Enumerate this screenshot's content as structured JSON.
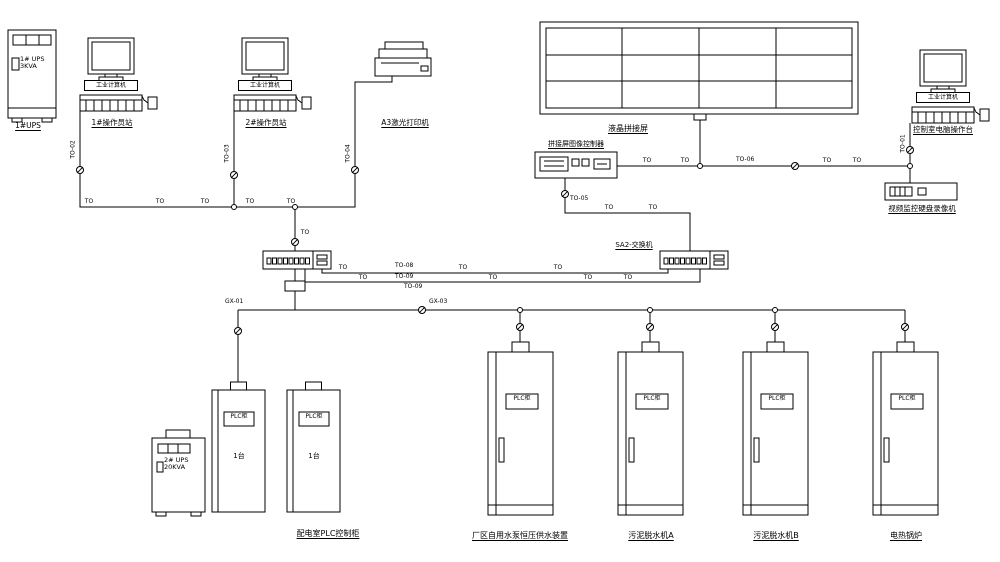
{
  "colors": {
    "line": "#000000",
    "background": "#ffffff"
  },
  "equipment": {
    "ups1": {
      "body": "1# UPS\n3KVA",
      "caption": "1#UPS"
    },
    "station1": {
      "plate": "工业计算机",
      "caption": "1#操作员站"
    },
    "station2": {
      "plate": "工业计算机",
      "caption": "2#操作员站"
    },
    "printer": {
      "caption": "A3激光打印机"
    },
    "videowall": {
      "caption": "液晶拼接屏"
    },
    "controller": {
      "caption": "拼接屏图像控制器"
    },
    "engineer": {
      "plate": "工业计算机",
      "caption": "控制室电脑操作台"
    },
    "nvr": {
      "caption": "视频监控硬盘录像机"
    },
    "switch2": {
      "caption": "SA2-交换机"
    },
    "ups2": {
      "body": "2# UPS\n20KVA"
    },
    "plc_group": {
      "caption": "配电室PLC控制柜",
      "cabinet_label": "PLC柜",
      "count": "1台"
    },
    "cabinet3": {
      "label": "PLC柜",
      "caption": "厂区自用水泵恒压供水装置"
    },
    "cabinet4": {
      "label": "PLC柜",
      "caption": "污泥脱水机A"
    },
    "cabinet5": {
      "label": "PLC柜",
      "caption": "污泥脱水机B"
    },
    "cabinet6": {
      "label": "PLC柜",
      "caption": "电热锅炉"
    }
  },
  "wires": {
    "to": "TO",
    "to01": "TO-01",
    "to02": "TO-02",
    "to03": "TO-03",
    "to04": "TO-04",
    "to05": "TO-05",
    "to06": "TO-06",
    "to08": "TO-08",
    "to09": "TO-09",
    "gx01": "GX-01",
    "gx03": "GX-03"
  }
}
